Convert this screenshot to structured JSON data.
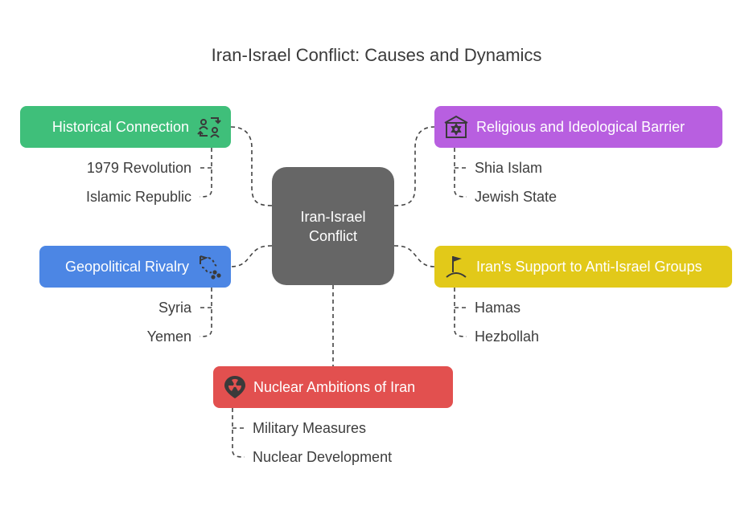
{
  "title": "Iran-Israel Conflict: Causes and Dynamics",
  "center": {
    "label": "Iran-Israel Conflict"
  },
  "nodes": {
    "historical": {
      "label": "Historical Connection",
      "color": "#3fbf7a",
      "icon": "people-exchange-icon",
      "items": [
        "1979 Revolution",
        "Islamic Republic"
      ]
    },
    "religious": {
      "label": "Religious and Ideological Barrier",
      "color": "#b85fe0",
      "icon": "synagogue-icon",
      "items": [
        "Shia Islam",
        "Jewish State"
      ]
    },
    "geopolitical": {
      "label": "Geopolitical Rivalry",
      "color": "#4c86e4",
      "icon": "strategy-map-icon",
      "items": [
        "Syria",
        "Yemen"
      ]
    },
    "support": {
      "label": "Iran's Support to Anti-Israel Groups",
      "color": "#e2c919",
      "icon": "flag-icon",
      "items": [
        "Hamas",
        "Hezbollah"
      ]
    },
    "nuclear": {
      "label": "Nuclear Ambitions of Iran",
      "color": "#e2504f",
      "icon": "radiation-icon",
      "items": [
        "Military Measures",
        "Nuclear Development"
      ]
    }
  }
}
